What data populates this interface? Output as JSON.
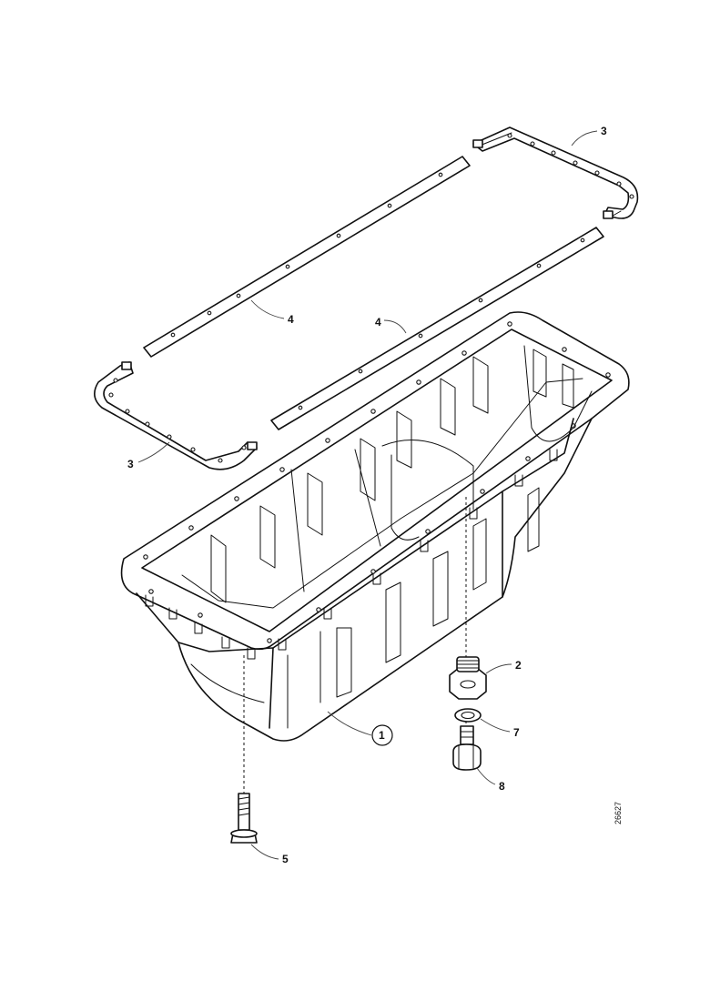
{
  "figure": {
    "reference_code": "26627",
    "callouts": {
      "pan": "1",
      "drain_adapter": "2",
      "gasket_end_top": "3",
      "gasket_end_bottom": "3",
      "gasket_side_top": "4",
      "gasket_side_bottom": "4",
      "bolt": "5",
      "sealing_ring": "7",
      "drain_plug": "8"
    }
  }
}
